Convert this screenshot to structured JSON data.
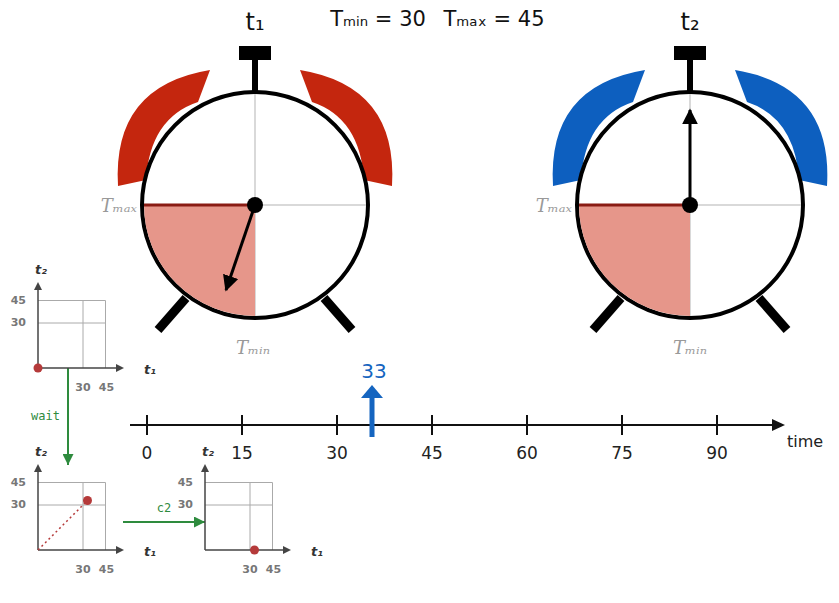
{
  "diagram": {
    "nodes": [
      {
        "text": [
          "t₂",
          "45",
          "30",
          "30",
          "45",
          "t₁"
        ]
      },
      {
        "text": [
          "t₂",
          "45",
          "30",
          "30",
          "45",
          "t₁"
        ]
      },
      {
        "text": [
          "t₂",
          "45",
          "30",
          "30",
          "45",
          "t₁"
        ]
      }
    ],
    "edges": [
      {
        "from": 0,
        "to": 1,
        "arrow": "to",
        "label": "wait"
      },
      {
        "from": 1,
        "to": 2,
        "arrow": "to",
        "label": "c2"
      }
    ],
    "labels": [
      "t₁",
      "Tₘᵢₙ = 30",
      "Tₘₐₓ = 45",
      "t₂",
      "Tₘₐₓ",
      "Tₘᵢₙ",
      "Tₘₐₓ",
      "Tₘᵢₙ",
      "33",
      "0",
      "15",
      "30",
      "45",
      "60",
      "75",
      "90",
      "time"
    ]
  }
}
